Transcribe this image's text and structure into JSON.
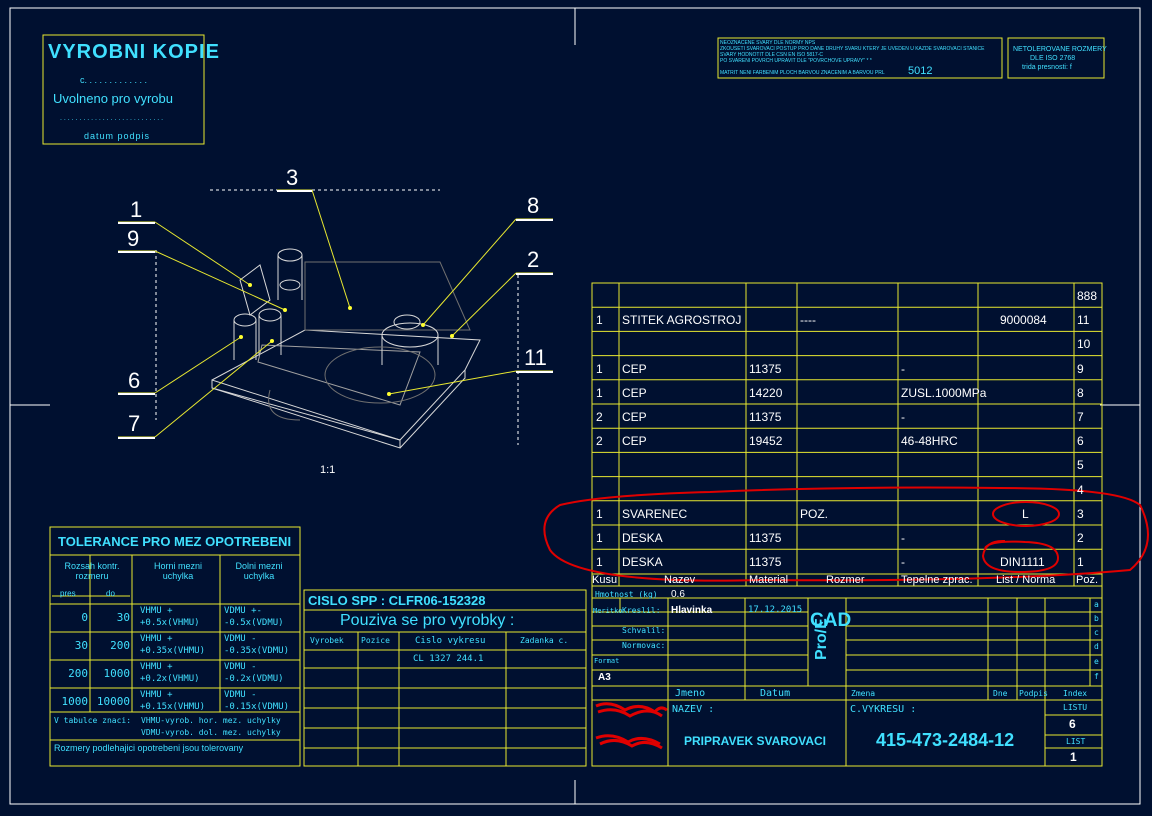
{
  "stamp": {
    "title": "VYROBNI KOPIE",
    "number_line": "c. . . . . . . . . . . . .",
    "released": "Uvolneno pro vyrobu",
    "dots": ". . . . . . . . . . . . . . . . . . . . . . . . . . .",
    "date_sign": "datum   podpis"
  },
  "notes": {
    "line1": "NEOZNACENE SVARY DLE NORMY NPS",
    "line2": "ZKOUSETI SVAROVACI POSTUP PRO DANE DRUHY SVARU KTERY JE UVEDEN U KAZDE SVAROVACI STANICE",
    "line3": "SVARY HODNOTIT DLE CSN EN ISO 5817-C",
    "line4": "PO SVARENI POVRCH UPRAVIT DLE \"POVRCHOVE UPRAVY\" * *",
    "line5": "MATRIT NENI FARBENIM PLOCH BARVOU ZNACENIM A BARVOU PRL",
    "code": "5012"
  },
  "tolerance_note": {
    "line1": "NETOLEROVANE ROZMERY",
    "line2": "DLE ISO 2768",
    "line3": "trida presnosti: f"
  },
  "view": {
    "scale": "1:1",
    "callouts": [
      "3",
      "1",
      "9",
      "8",
      "2",
      "11",
      "6",
      "7"
    ]
  },
  "bom": {
    "rows": [
      {
        "qty": "",
        "name": "",
        "mat": "",
        "dim": "",
        "heat": "",
        "norm": "",
        "pos": "888"
      },
      {
        "qty": "1",
        "name": "STITEK AGROSTROJ",
        "mat": "",
        "dim": "----",
        "heat": "",
        "norm": "9000084",
        "pos": "11"
      },
      {
        "qty": "",
        "name": "",
        "mat": "",
        "dim": "",
        "heat": "",
        "norm": "",
        "pos": "10"
      },
      {
        "qty": "1",
        "name": "CEP",
        "mat": "11375",
        "dim": "",
        "heat": "-",
        "norm": "",
        "pos": "9"
      },
      {
        "qty": "1",
        "name": "CEP",
        "mat": "14220",
        "dim": "",
        "heat": "ZUSL.1000MPa",
        "norm": "",
        "pos": "8"
      },
      {
        "qty": "2",
        "name": "CEP",
        "mat": "11375",
        "dim": "",
        "heat": "-",
        "norm": "",
        "pos": "7"
      },
      {
        "qty": "2",
        "name": "CEP",
        "mat": "19452",
        "dim": "",
        "heat": "46-48HRC",
        "norm": "",
        "pos": "6"
      },
      {
        "qty": "",
        "name": "",
        "mat": "",
        "dim": "",
        "heat": "",
        "norm": "",
        "pos": "5"
      },
      {
        "qty": "",
        "name": "",
        "mat": "",
        "dim": "",
        "heat": "",
        "norm": "",
        "pos": "4"
      },
      {
        "qty": "1",
        "name": "SVARENEC",
        "mat": "",
        "dim": "POZ.",
        "heat": "",
        "norm": "L",
        "pos": "3"
      },
      {
        "qty": "1",
        "name": "DESKA",
        "mat": "11375",
        "dim": "",
        "heat": "-",
        "norm": "",
        "pos": "2"
      },
      {
        "qty": "1",
        "name": "DESKA",
        "mat": "11375",
        "dim": "",
        "heat": "-",
        "norm": "DIN1111",
        "pos": "1"
      }
    ],
    "headers": [
      "Kusu",
      "Nazev",
      "Material",
      "Rozmer",
      "Tepelne zprac.",
      "List / Norma",
      "Poz."
    ]
  },
  "title_block": {
    "mass_label": "Hmotnost (kg)",
    "mass": "0.6",
    "scale_label": "Meritko",
    "drawn_label": "Kreslil:",
    "drawn_by": "Hlavinka",
    "drawn_date": "17.12.2015",
    "checked_label": "Schvalil:",
    "norm_label": "Normovac:",
    "format_label": "Format",
    "format": "A3",
    "cad": "CAD",
    "proe": "Pro/E",
    "col_name": "Jmeno",
    "col_date": "Datum",
    "col_change": "Zmena",
    "col_dne": "Dne",
    "col_sign": "Podpis",
    "col_index": "Index",
    "name_label": "NAZEV :",
    "name": "PRIPRAVEK SVAROVACI",
    "drawing_label": "C.VYKRESU :",
    "drawing_no": "415-473-2484-12",
    "sheets_label": "LISTU",
    "sheets": "6",
    "sheet_label": "LIST",
    "sheet": "1",
    "index_marks": [
      "a",
      "b",
      "c",
      "d",
      "e",
      "f"
    ]
  },
  "tolerance_table": {
    "title": "TOLERANCE PRO MEZ OPOTREBENI",
    "h1": "Rozsah kontr. rozmeru",
    "h1a": "pres",
    "h1b": "do",
    "h2": "Horni mezni uchylka",
    "h3": "Dolni mezni uchylka",
    "rows": [
      {
        "from": "0",
        "to": "30",
        "upper1": "VHMU +",
        "upper2": "+0.5x(VHMU)",
        "lower1": "VDMU +-",
        "lower2": "-0.5x(VDMU)"
      },
      {
        "from": "30",
        "to": "200",
        "upper1": "VHMU +",
        "upper2": "+0.35x(VHMU)",
        "lower1": "VDMU -",
        "lower2": "-0.35x(VDMU)"
      },
      {
        "from": "200",
        "to": "1000",
        "upper1": "VHMU +",
        "upper2": "+0.2x(VHMU)",
        "lower1": "VDMU -",
        "lower2": "-0.2x(VDMU)"
      },
      {
        "from": "1000",
        "to": "10000",
        "upper1": "VHMU +",
        "upper2": "+0.15x(VHMU)",
        "lower1": "VDMU -",
        "lower2": "-0.15x(VDMU)"
      }
    ],
    "legend_label": "V tabulce znaci:",
    "legend1": "VHMU-vyrob. hor. mez. uchylky",
    "legend2": "VDMU-vyrob. dol. mez. uchylky",
    "footer": "Rozmery podlehajici opotrebeni jsou tolerovany"
  },
  "spp": {
    "title": "CISLO SPP : CLFR06-152328",
    "usage": "Pouziva se pro vyrobky :",
    "headers": [
      "Vyrobek",
      "Pozice",
      "Cislo vykresu",
      "Zadanka c."
    ],
    "row1": [
      "",
      "",
      "CL 1327 244.1",
      ""
    ]
  },
  "colors": {
    "background": "#001030",
    "lines": "#e8e830",
    "text": "#ffffff",
    "markup": "#e00000"
  }
}
